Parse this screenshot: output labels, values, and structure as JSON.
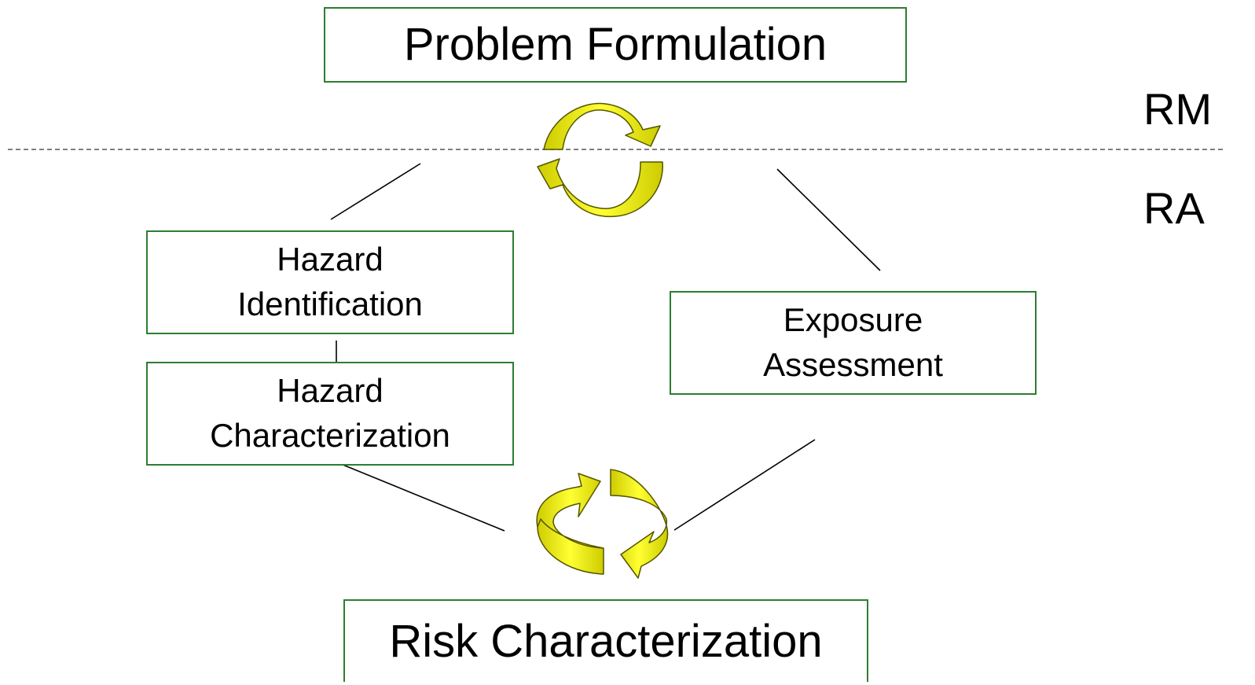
{
  "nodes": {
    "problem_formulation": "Problem Formulation",
    "hazard_identification": [
      "Hazard",
      "Identification"
    ],
    "hazard_characterization": [
      "Hazard",
      "Characterization"
    ],
    "exposure_assessment": [
      "Exposure",
      "Assessment"
    ],
    "risk_characterization": "Risk Characterization"
  },
  "zones": {
    "risk_management": "RM",
    "risk_assessment": "RA"
  },
  "colors": {
    "box_border": "#2e7d32",
    "arrow_fill": "#ffff00",
    "arrow_shade": "#cccc00",
    "arrow_stroke": "#555500",
    "line": "#000000"
  }
}
